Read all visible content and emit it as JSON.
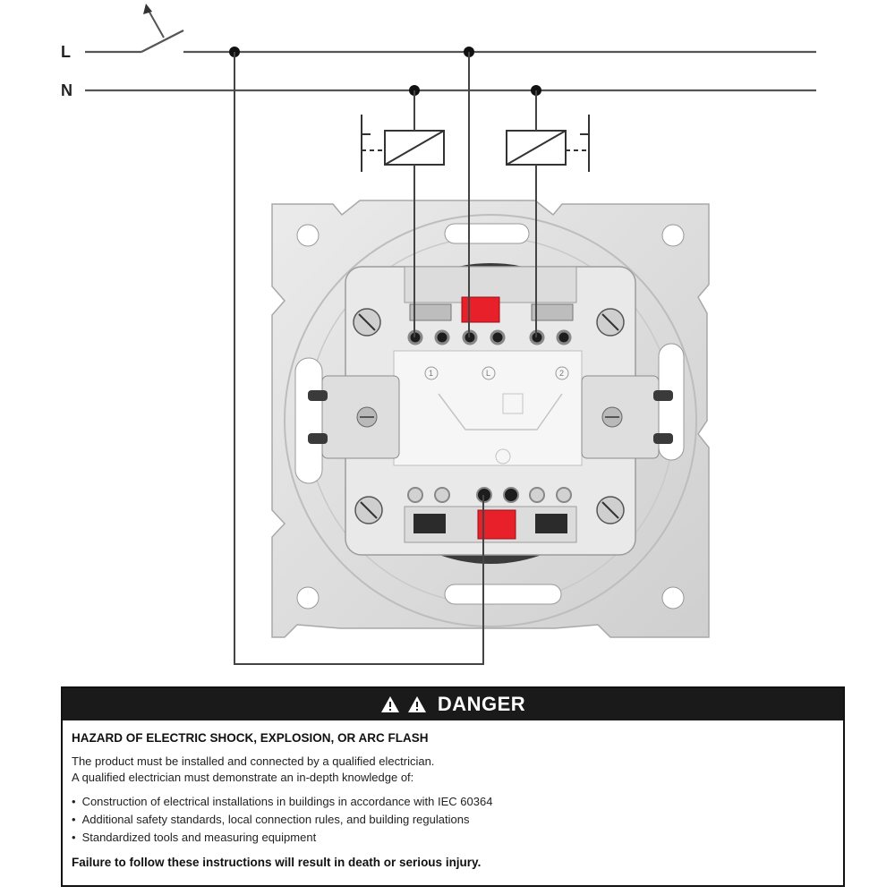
{
  "diagram": {
    "line_L": "L",
    "line_N": "N",
    "terminals": [
      "1",
      "L",
      "2"
    ]
  },
  "danger": {
    "title": "DANGER",
    "heading": "HAZARD OF ELECTRIC SHOCK, EXPLOSION, OR ARC FLASH",
    "paragraphs": [
      "The product must be installed and connected by a qualified electrician.",
      "A qualified electrician must demonstrate an in-depth knowledge of:"
    ],
    "bullets": [
      "Construction of electrical installations in buildings in accordance with IEC 60364",
      "Additional safety standards, local connection rules, and building regulations",
      "Standardized tools and measuring equipment"
    ],
    "consequence": "Failure to follow these instructions will result in death or serious injury.",
    "icons": [
      "warning-triangle-icon",
      "warning-triangle-icon"
    ],
    "colors": {
      "header_bg": "#1a1a1a",
      "header_text": "#ffffff",
      "terminal_release": "#e8202a"
    }
  }
}
